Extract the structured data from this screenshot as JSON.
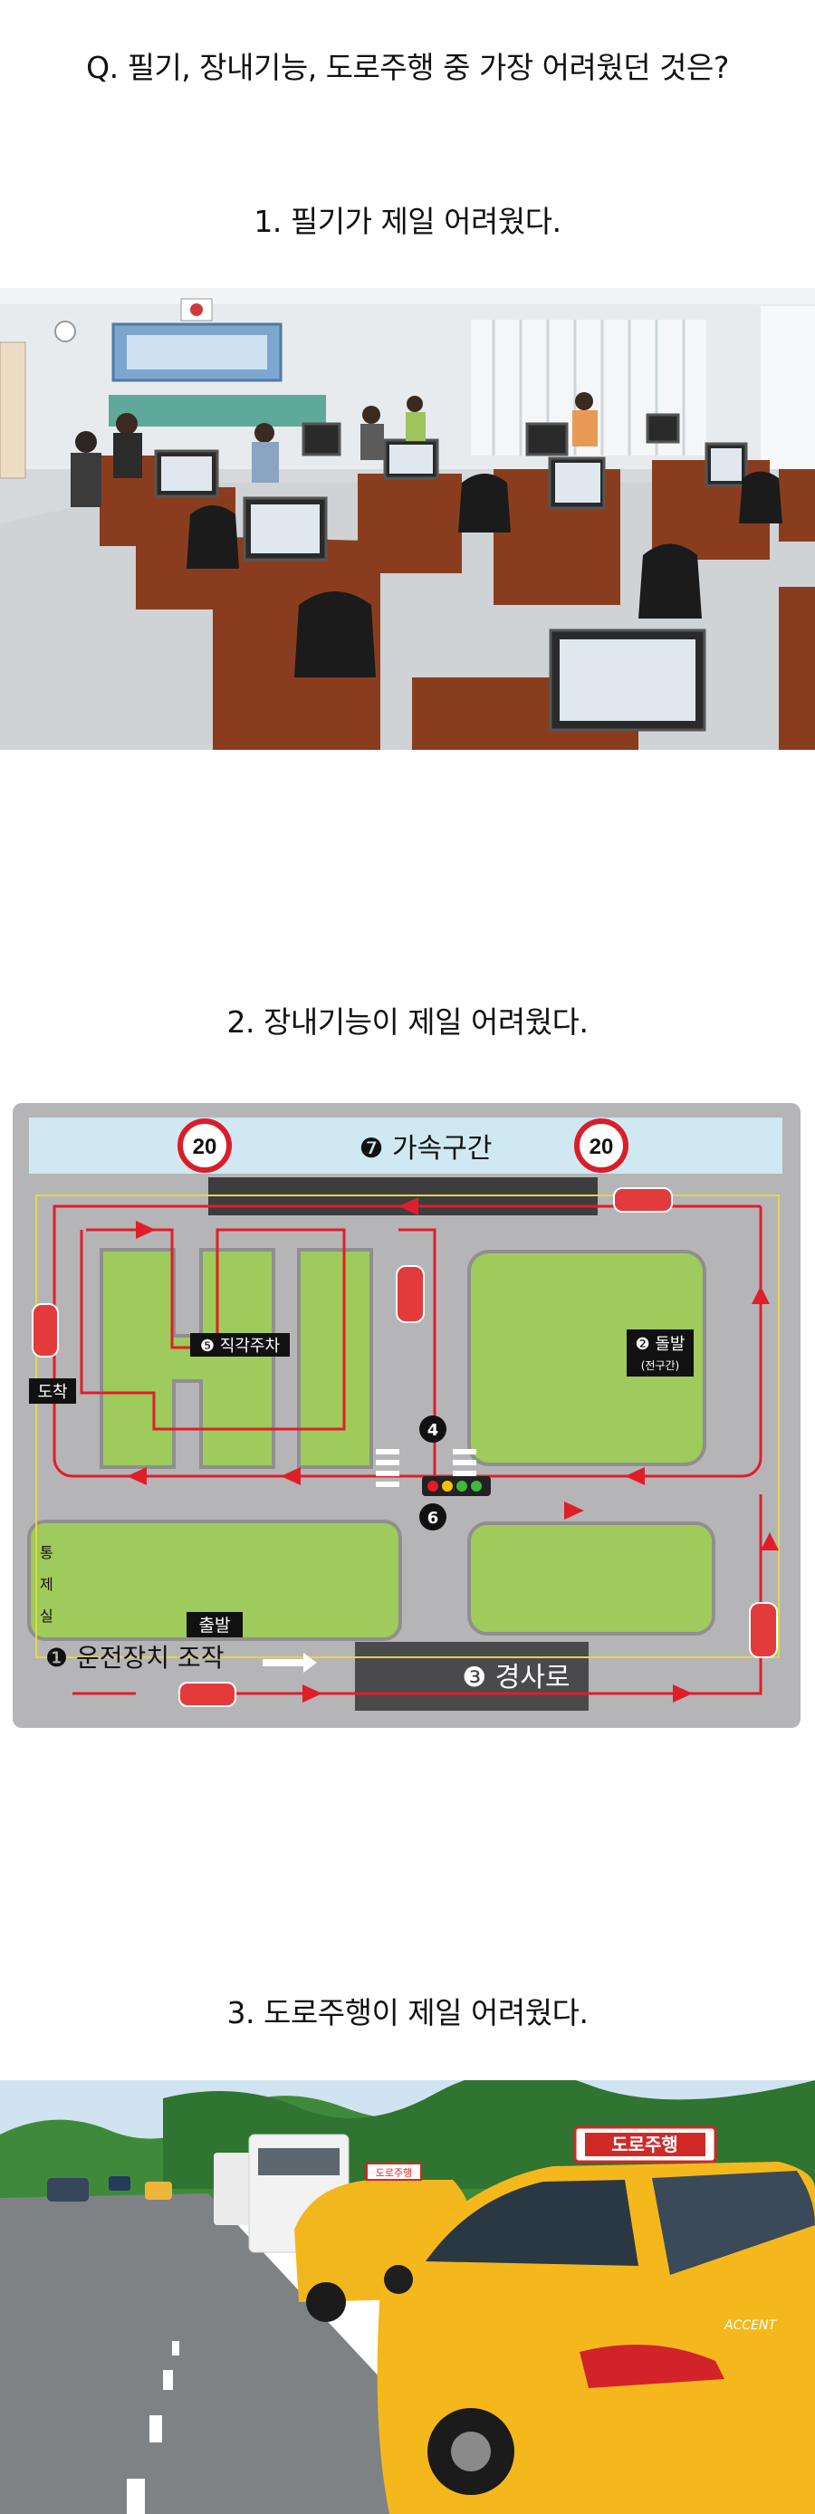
{
  "question": "Q. 필기, 장내기능, 도로주행 중 가장 어려웠던 것은?",
  "options": [
    {
      "label": "1. 필기가 제일 어려웠다."
    },
    {
      "label": "2. 장내기능이 제일 어려웠다."
    },
    {
      "label": "3. 도로주행이 제일 어려웠다."
    }
  ],
  "course_map": {
    "speed_sign_left": "20",
    "speed_sign_right": "20",
    "accel_section": "❼ 가속구간",
    "parking": "❺ 직각주차",
    "turn": "❷ 돌발",
    "turn_sub": "(전구간)",
    "arrival": "도착",
    "num4": "4",
    "num6": "6",
    "waiting_room": [
      "통",
      "제",
      "실"
    ],
    "departure": "출발",
    "device_operation": "❶ 운전장치 조작",
    "slope": "❸ 경사로"
  },
  "road_photo": {
    "roof_sign": "도로주행",
    "car_sign_small": "도로주행",
    "car_model": "ACCENT"
  }
}
